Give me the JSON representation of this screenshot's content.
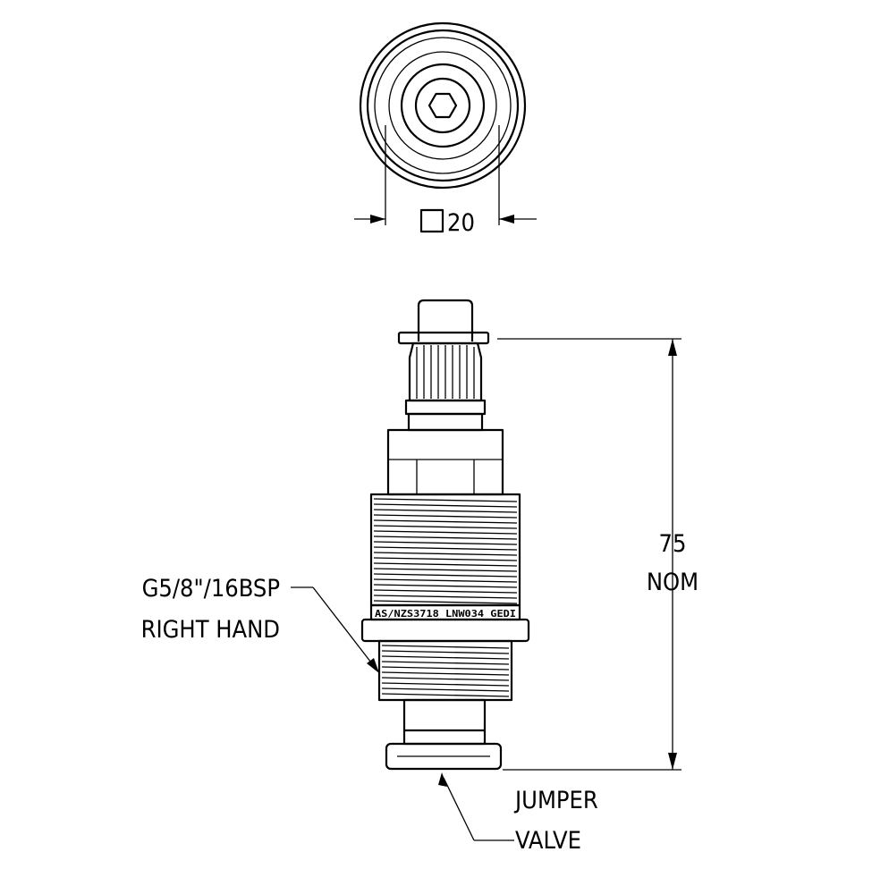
{
  "labels": {
    "square_size": "20",
    "length_value": "75",
    "length_unit": "NOM",
    "thread_spec": "G5/8\"/16BSP",
    "thread_hand": "RIGHT HAND",
    "jumper_line1": "JUMPER",
    "jumper_line2": "VALVE",
    "body_marking": "AS/NZS3718 LNW034 GEDI"
  },
  "colors": {
    "line": "#000000",
    "background": "#ffffff"
  }
}
